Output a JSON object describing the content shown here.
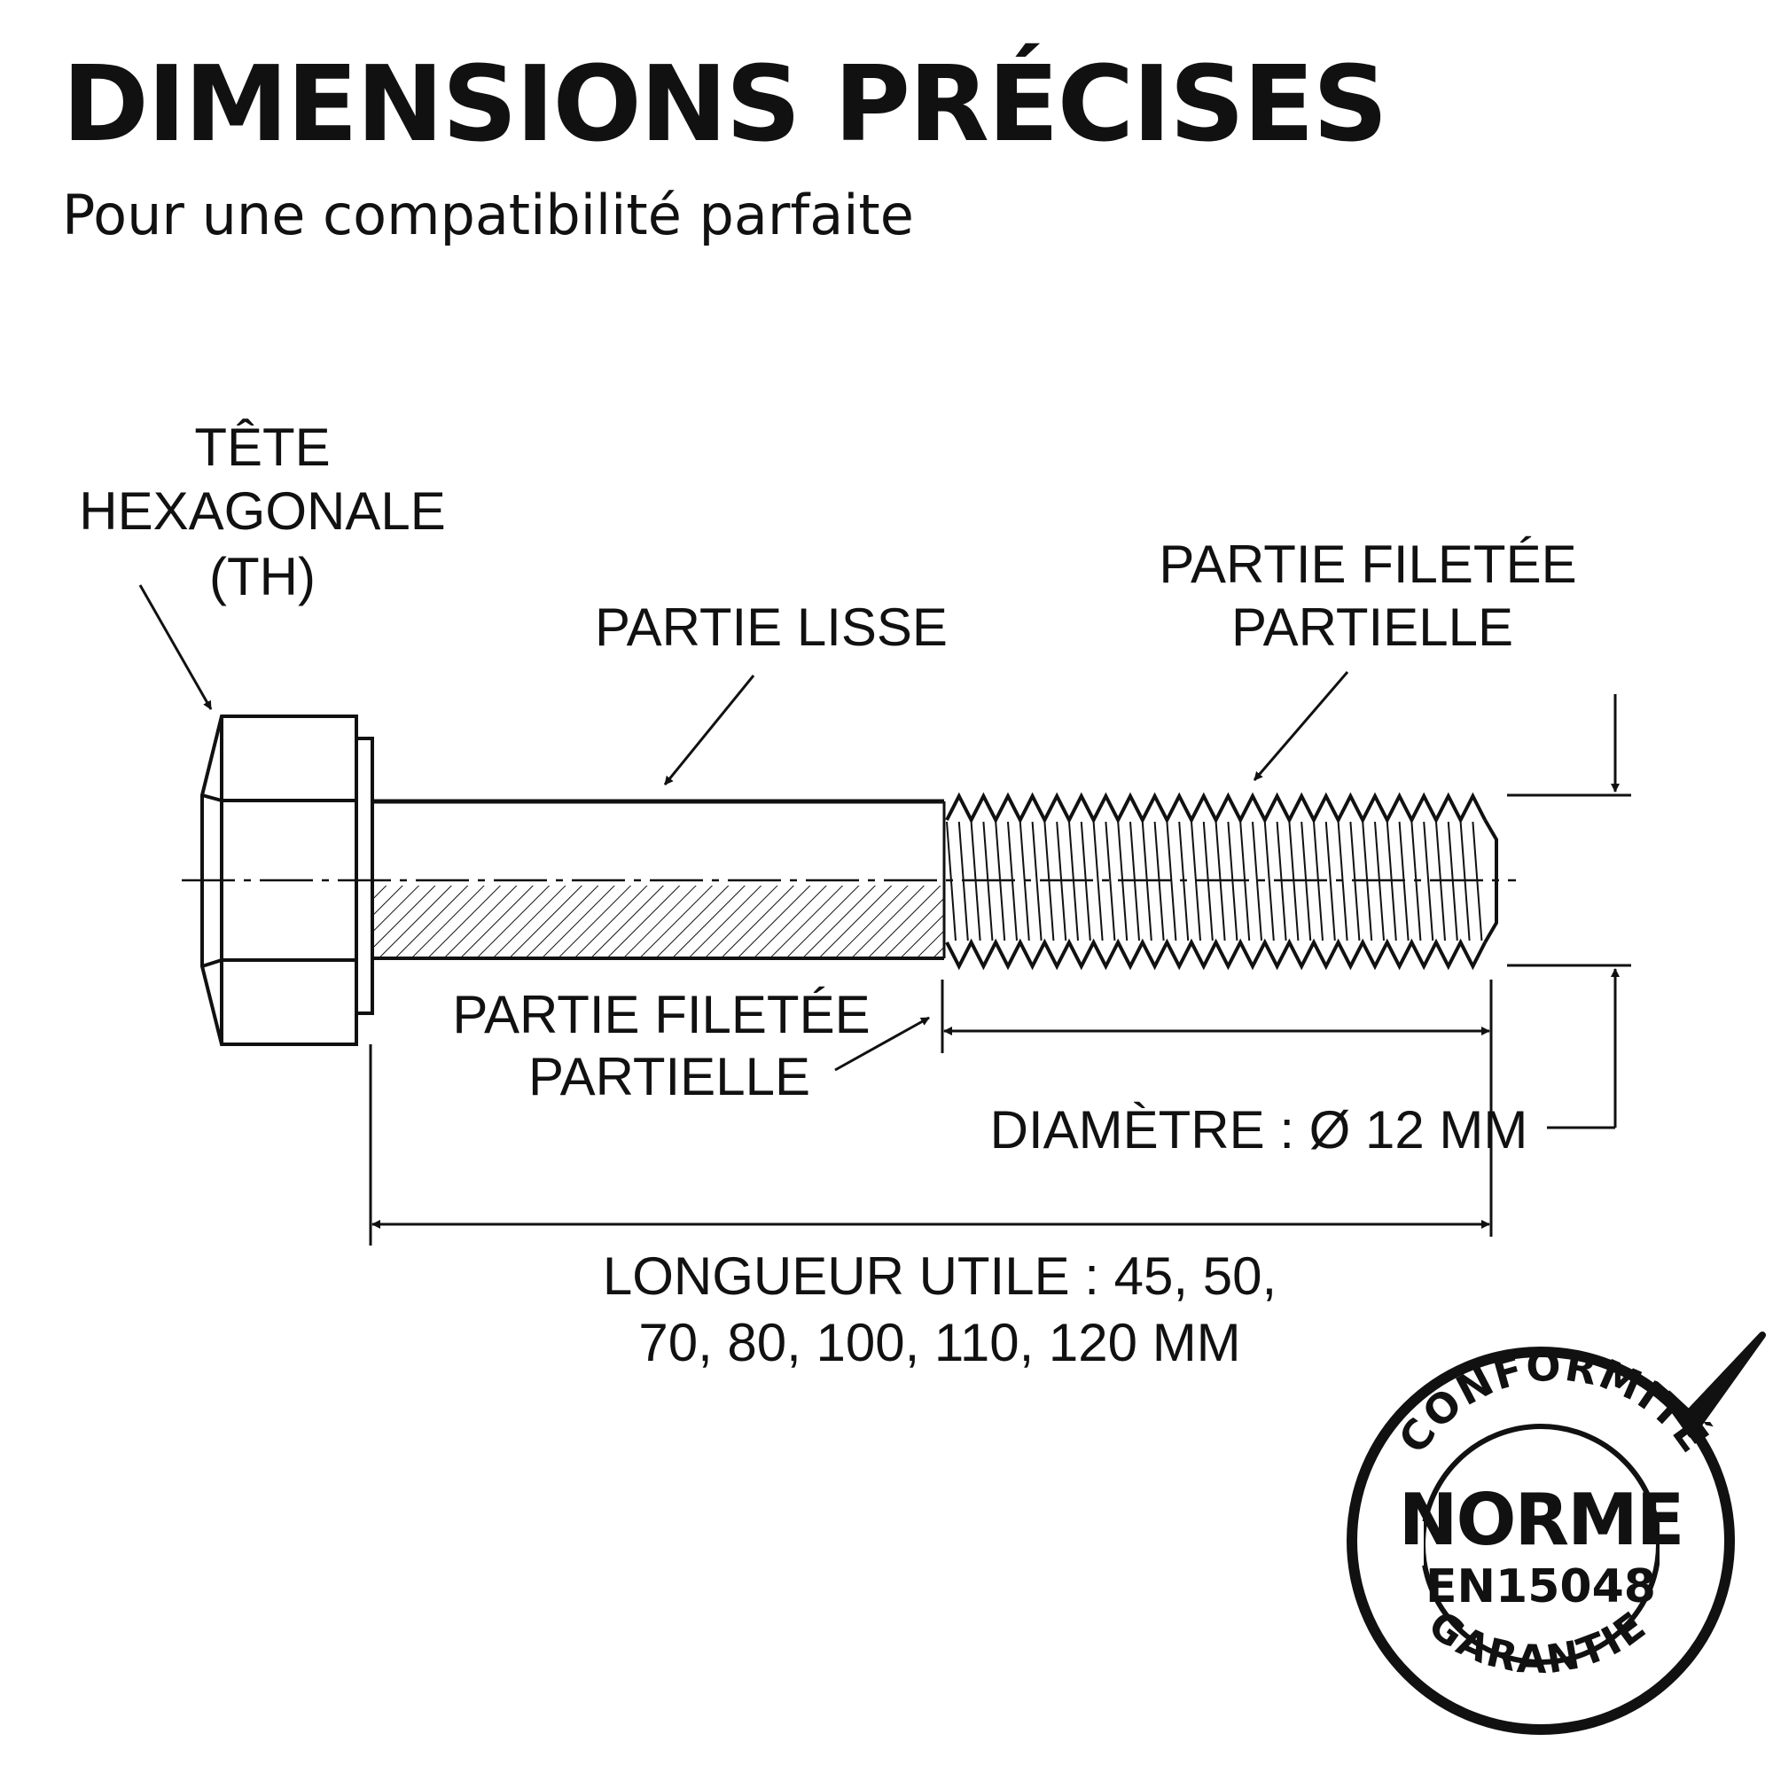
{
  "header": {
    "title": "DIMENSIONS PRÉCISES",
    "subtitle": "Pour une compatibilité parfaite"
  },
  "labels": {
    "head_line1": "TÊTE",
    "head_line2": "HEXAGONALE",
    "head_line3": "(TH)",
    "smooth": "PARTIE LISSE",
    "thread_top_line1": "PARTIE FILETÉE",
    "thread_top_line2": "PARTIELLE",
    "thread_low_line1": "PARTIE FILETÉE",
    "thread_low_line2": "PARTIELLE",
    "diameter": "DIAMÈTRE : Ø 12 MM",
    "length_line1": "LONGUEUR UTILE : 45, 50,",
    "length_line2": "70, 80, 100, 110, 120 MM"
  },
  "badge": {
    "top": "CONFORMITÉ",
    "main": "NORME",
    "code": "EN15048",
    "bottom": "GARANTIE"
  }
}
